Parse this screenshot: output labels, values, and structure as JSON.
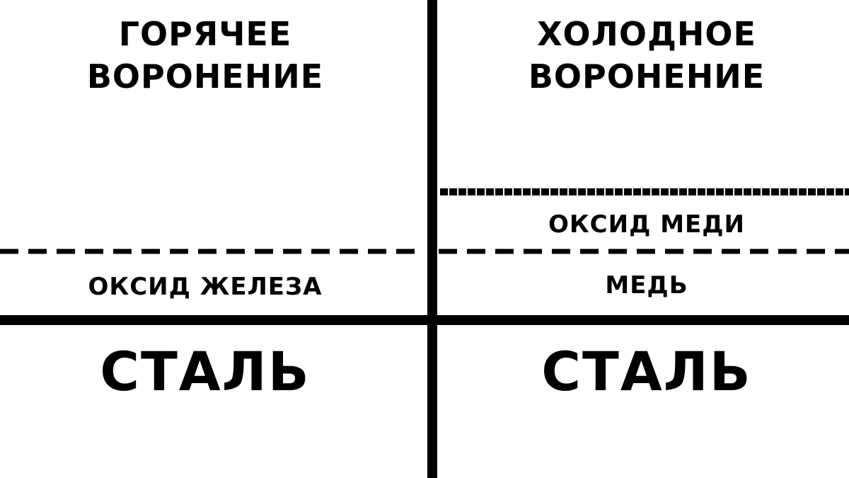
{
  "diagram": {
    "left_column": {
      "title": "ГОРЯЧЕЕ\nВОРОНЕНИЕ",
      "oxide_layer": "ОКСИД ЖЕЛЕЗА",
      "base_metal": "СТАЛЬ"
    },
    "right_column": {
      "title": "ХОЛОДНОЕ\nВОРОНЕНИЕ",
      "top_layer": "ОКСИД МЕДИ",
      "middle_layer": "МЕДЬ",
      "base_metal": "СТАЛЬ"
    },
    "colors": {
      "ink": "#000000",
      "background": "#ffffff"
    }
  }
}
